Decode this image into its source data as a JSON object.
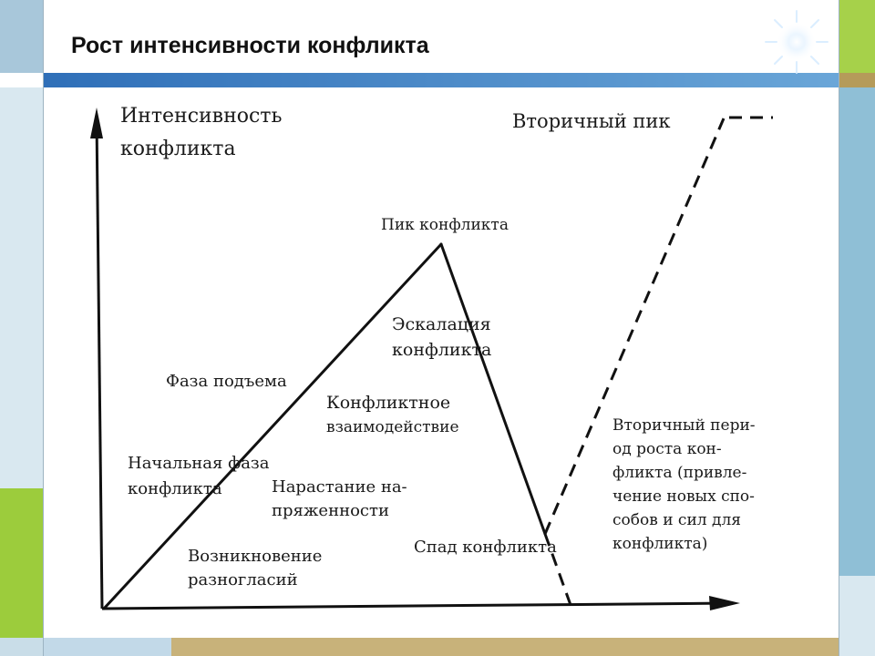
{
  "slide": {
    "title": "Рост интенсивности конфликта",
    "colors": {
      "left_band": "#a8c7da",
      "left_band_light": "#d9e8f0",
      "green_accent": "#9ccc3c",
      "top_bar_blue": "#3a7fc4",
      "top_bar_gold": "#b59b5a",
      "right_band": "#8fbfd6"
    }
  },
  "diagram": {
    "y_axis_label_line1": "Интенсивность",
    "y_axis_label_line2": "конфликта",
    "peak_label": "Пик конфликта",
    "secondary_peak_label": "Вторичный пик",
    "rise_phase_label": "Фаза подъема",
    "initial_phase_line1": "Начальная фаза",
    "initial_phase_line2": "конфликта",
    "disagreement_line1": "Возникновение",
    "disagreement_line2": "разногласий",
    "tension_line1": "Нарастание на-",
    "tension_line2": "пряженности",
    "interaction_line1": "Конфликтное",
    "interaction_line2": "взаимодействие",
    "escalation_line1": "Эскалация",
    "escalation_line2": "конфликта",
    "decline_label": "Спад конфликта",
    "secondary_period_lines": [
      "Вторичный пери-",
      "од роста кон-",
      "фликта (привле-",
      "чение новых спо-",
      "собов и сил для",
      "конфликта)"
    ]
  }
}
